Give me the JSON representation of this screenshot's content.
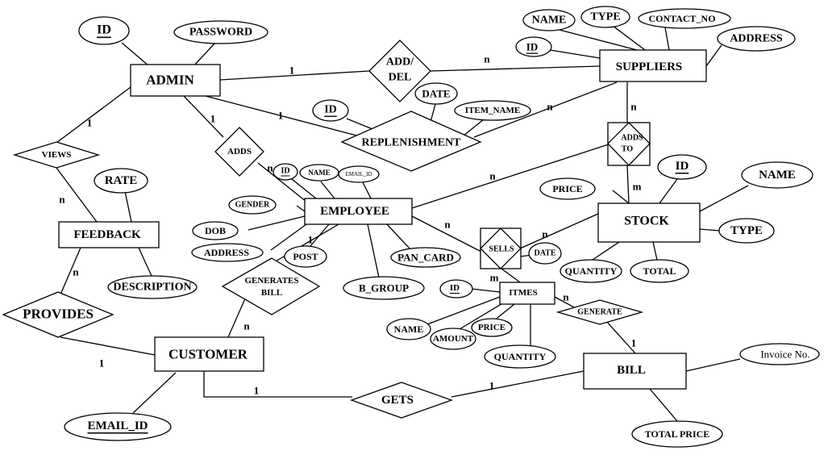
{
  "diagram": {
    "entities": {
      "admin": "ADMIN",
      "suppliers": "SUPPLIERS",
      "employee": "EMPLOYEE",
      "stock": "STOCK",
      "feedback": "FEEDBACK",
      "customer": "CUSTOMER",
      "bill": "BILL",
      "itmes": "ITMES"
    },
    "relationships": {
      "add_del_1": "ADD/",
      "add_del_2": "DEL",
      "replenishment": "REPLENISHMENT",
      "adds": "ADDS",
      "adds_to_1": "ADDS",
      "adds_to_2": "TO",
      "views": "VIEWS",
      "provides": "PROVIDES",
      "sells": "SELLS",
      "generates_bill_1": "GENERATES",
      "generates_bill_2": "BILL",
      "generate": "GENERATE",
      "gets": "GETS"
    },
    "attributes": {
      "admin_id": "ID",
      "admin_password": "PASSWORD",
      "sup_name": "NAME",
      "sup_type": "TYPE",
      "sup_contact": "CONTACT_NO",
      "sup_address": "ADDRESS",
      "sup_id": "ID",
      "rep_id": "ID",
      "rep_date": "DATE",
      "rep_item_name": "ITEM_NAME",
      "stock_id": "ID",
      "stock_name": "NAME",
      "stock_price": "PRICE",
      "stock_type": "TYPE",
      "stock_quantity": "QUANTITY",
      "stock_total": "TOTAL",
      "emp_id": "ID",
      "emp_name": "NAME",
      "emp_email": "EMAIL_ID",
      "emp_gender": "GENDER",
      "emp_dob": "DOB",
      "emp_address": "ADDRESS",
      "emp_post": "POST",
      "emp_pan": "PAN_CARD",
      "emp_bgroup": "B_GROUP",
      "sells_date": "DATE",
      "fb_rate": "RATE",
      "fb_description": "DESCRIPTION",
      "item_id": "ID",
      "item_name": "NAME",
      "item_amount": "AMOUNT",
      "item_price": "PRICE",
      "item_quantity": "QUANTITY",
      "cust_email": "EMAIL_ID",
      "bill_invoice": "Invoice No.",
      "bill_total": "TOTAL PRICE"
    },
    "cardinality": {
      "admin_adddel": "1",
      "adddel_sup": "n",
      "admin_rep": "1",
      "rep_sup": "n",
      "admin_adds": "1",
      "adds_emp": "n",
      "admin_views": "1",
      "views_fb": "n",
      "sup_addsto": "n",
      "addsto_stock": "m",
      "emp_stock": "n",
      "emp_sells": "n",
      "sells_stock": "n",
      "sells_itmes": "m",
      "emp_genbill": "1",
      "genbill_cust": "n",
      "itmes_generate": "n",
      "generate_bill": "1",
      "fb_provides": "n",
      "provides_cust": "1",
      "cust_gets": "1",
      "gets_bill": "1"
    }
  }
}
